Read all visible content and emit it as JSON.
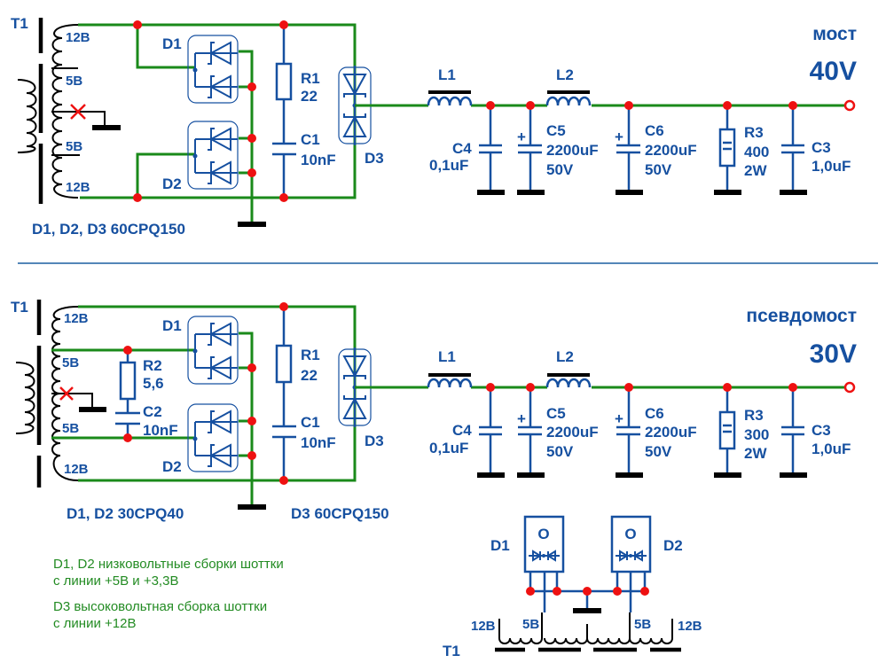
{
  "top": {
    "title": "мост",
    "voltage": "40V",
    "transformer": "T1",
    "taps": [
      "12В",
      "5В",
      "5В",
      "12В"
    ],
    "d1": "D1",
    "d2": "D2",
    "d3": "D3",
    "r1": [
      "R1",
      "22"
    ],
    "c1": [
      "C1",
      "10nF"
    ],
    "l1": "L1",
    "l2": "L2",
    "c4": [
      "C4",
      "0,1uF"
    ],
    "c5": [
      "C5",
      "2200uF",
      "50V"
    ],
    "c6": [
      "C6",
      "2200uF",
      "50V"
    ],
    "r3": [
      "R3",
      "400",
      "2W"
    ],
    "c3": [
      "C3",
      "1,0uF"
    ],
    "parts_note": "D1, D2, D3  60CPQ150"
  },
  "bottom": {
    "title": "псевдомост",
    "voltage": "30V",
    "transformer": "T1",
    "taps": [
      "12В",
      "5В",
      "5В",
      "12В"
    ],
    "d1": "D1",
    "d2": "D2",
    "d3": "D3",
    "r2": [
      "R2",
      "5,6"
    ],
    "c2": [
      "C2",
      "10nF"
    ],
    "r1": [
      "R1",
      "22"
    ],
    "c1": [
      "C1",
      "10nF"
    ],
    "l1": "L1",
    "l2": "L2",
    "c4": [
      "C4",
      "0,1uF"
    ],
    "c5": [
      "C5",
      "2200uF",
      "50V"
    ],
    "c6": [
      "C6",
      "2200uF",
      "50V"
    ],
    "r3": [
      "R3",
      "300",
      "2W"
    ],
    "c3": [
      "C3",
      "1,0uF"
    ],
    "parts_note_d12": "D1, D2  30CPQ40",
    "parts_note_d3": "D3  60CPQ150"
  },
  "notes": {
    "line1": "D1, D2  низковольтные сборки шоттки",
    "line2": "с линии +5В и +3,3В",
    "line3": "D3  высоковольтная сборка шоттки",
    "line4": "с линии +12В"
  },
  "packages": {
    "d1": "D1",
    "d2": "D2",
    "hole": "O",
    "transformer": "T1",
    "taps": [
      "12В",
      "5В",
      "5В",
      "12В"
    ]
  },
  "colors": {
    "wire_green": "#1a8a1a",
    "wire_blue": "#1650a0",
    "node_red": "#ee1111",
    "label_blue": "#1650a0",
    "note_green": "#228b22"
  }
}
